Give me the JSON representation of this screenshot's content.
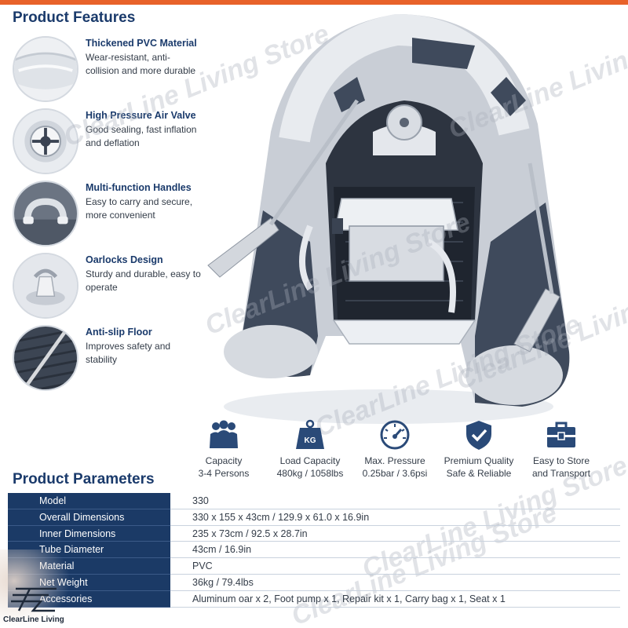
{
  "features_title": "Product Features",
  "features": [
    {
      "title": "Thickened PVC Material",
      "desc": "Wear-resistant, anti-collision and more durable",
      "icon": "pvc-material-icon"
    },
    {
      "title": "High Pressure Air Valve",
      "desc": "Good sealing, fast inflation and deflation",
      "icon": "air-valve-icon"
    },
    {
      "title": "Multi-function Handles",
      "desc": "Easy to carry and secure, more convenient",
      "icon": "handle-icon"
    },
    {
      "title": "Oarlocks Design",
      "desc": "Sturdy and durable, easy to operate",
      "icon": "oarlock-icon"
    },
    {
      "title": "Anti-slip Floor",
      "desc": "Improves safety and stability",
      "icon": "floor-icon"
    }
  ],
  "watermark": "ClearLine Living Store",
  "spec_icons": [
    {
      "line1": "Capacity",
      "line2": "3-4 Persons",
      "icon": "people-icon"
    },
    {
      "line1": "Load Capacity",
      "line2": "480kg / 1058lbs",
      "icon": "weight-icon",
      "badge": "KG"
    },
    {
      "line1": "Max. Pressure",
      "line2": "0.25bar / 3.6psi",
      "icon": "gauge-icon"
    },
    {
      "line1": "Premium Quality",
      "line2": "Safe & Reliable",
      "icon": "shield-check-icon"
    },
    {
      "line1": "Easy to Store",
      "line2": "and Transport",
      "icon": "toolbox-icon"
    }
  ],
  "params_title": "Product Parameters",
  "params": [
    {
      "key": "Model",
      "value": "330"
    },
    {
      "key": "Overall Dimensions",
      "value": "330 x 155 x 43cm / 129.9 x 61.0 x 16.9in"
    },
    {
      "key": "Inner Dimensions",
      "value": "235 x 73cm / 92.5 x 28.7in"
    },
    {
      "key": "Tube Diameter",
      "value": "43cm / 16.9in"
    },
    {
      "key": "Material",
      "value": "PVC"
    },
    {
      "key": "Net Weight",
      "value": "36kg / 79.4lbs"
    },
    {
      "key": "Accessories",
      "value": "Aluminum oar x 2, Foot pump x 1, Repair kit x 1, Carry bag x 1, Seat x 1"
    }
  ],
  "logo_text": "ClearLine Living",
  "colors": {
    "navy": "#1b3a66",
    "title_blue": "#1a3a6b",
    "accent_orange": "#e8622a",
    "boat_grey": "#e6e9ee",
    "boat_dark": "#3f4a5c"
  }
}
